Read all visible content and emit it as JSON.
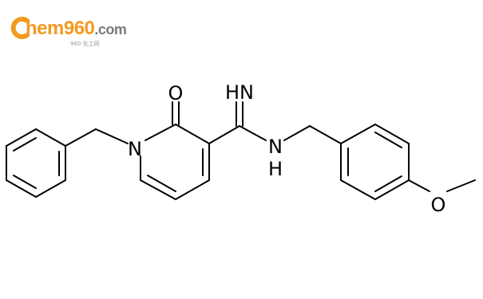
{
  "logo": {
    "brand_suffix": "hem960",
    "domain_suffix": ".com",
    "subtitle": "960 化工网",
    "accent_color": "#f39a1f",
    "icon": "chem960-c-logo"
  },
  "molecule": {
    "atom_labels": {
      "oxygen_carbonyl": "O",
      "imine": "HN",
      "ring_nitrogen": "N",
      "amide_nh_n": "N",
      "amide_nh_h": "H",
      "methoxy_oxygen": "O"
    },
    "bond_color": "#000000",
    "label_color": "#000000"
  }
}
